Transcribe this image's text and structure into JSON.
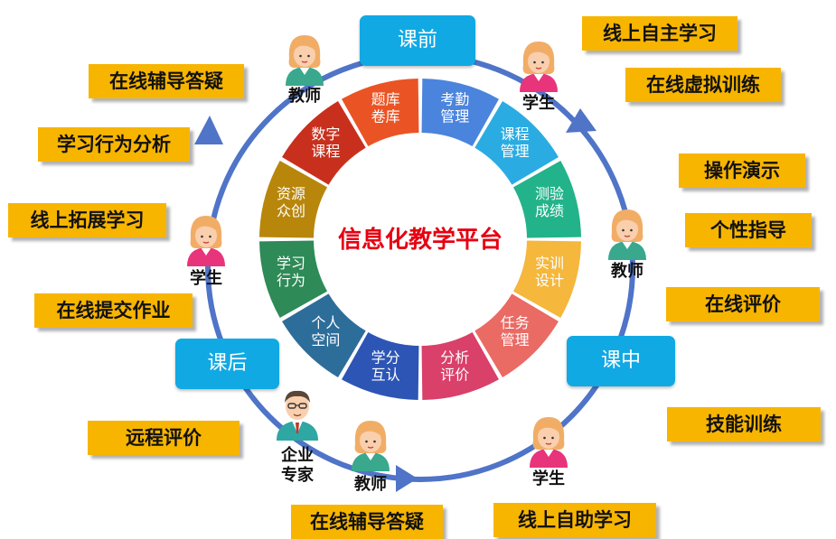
{
  "platform_title": "信息化教学平台",
  "colors": {
    "ring": "#4f74c8",
    "tag_fill": "#f7b500",
    "phase_fill": "#11a9e4",
    "title_red": "#e60012",
    "skin": "#f9cfae",
    "hair": "#f1ad66",
    "female_shirt": "#e8347a",
    "teacher_shirt": "#3aa88d",
    "expert_suit": "#2fa7a2"
  },
  "phases": {
    "pre": "课前",
    "mid": "课中",
    "post": "课后"
  },
  "segments": [
    {
      "label": "考勤\n管理",
      "color": "#4b84dd"
    },
    {
      "label": "课程\n管理",
      "color": "#2aace2"
    },
    {
      "label": "测验\n成绩",
      "color": "#23b38a"
    },
    {
      "label": "实训\n设计",
      "color": "#f5b73c"
    },
    {
      "label": "任务\n管理",
      "color": "#ea6a64"
    },
    {
      "label": "分析\n评价",
      "color": "#d9406a"
    },
    {
      "label": "学分\n互认",
      "color": "#2d55b5"
    },
    {
      "label": "个人\n空间",
      "color": "#2d6d9a"
    },
    {
      "label": "学习\n行为",
      "color": "#2e8a57"
    },
    {
      "label": "资源\n众创",
      "color": "#b8860b"
    },
    {
      "label": "数字\n课程",
      "color": "#c8301d"
    },
    {
      "label": "题库\n卷库",
      "color": "#ea5424"
    }
  ],
  "tags": {
    "online_self_study": "线上自主学习",
    "online_virtual_training": "在线虚拟训练",
    "operation_demo": "操作演示",
    "individual_guidance": "个性指导",
    "online_evaluation": "在线评价",
    "skill_training": "技能训练",
    "online_assisted_study": "线上自助学习",
    "online_tutoring_bottom": "在线辅导答疑",
    "remote_evaluation": "远程评价",
    "online_homework": "在线提交作业",
    "online_extension": "线上拓展学习",
    "learning_behavior": "学习行为分析",
    "online_tutoring_top": "在线辅导答疑"
  },
  "roles": {
    "teacher": "教师",
    "student": "学生",
    "expert": "企业\n专家"
  }
}
